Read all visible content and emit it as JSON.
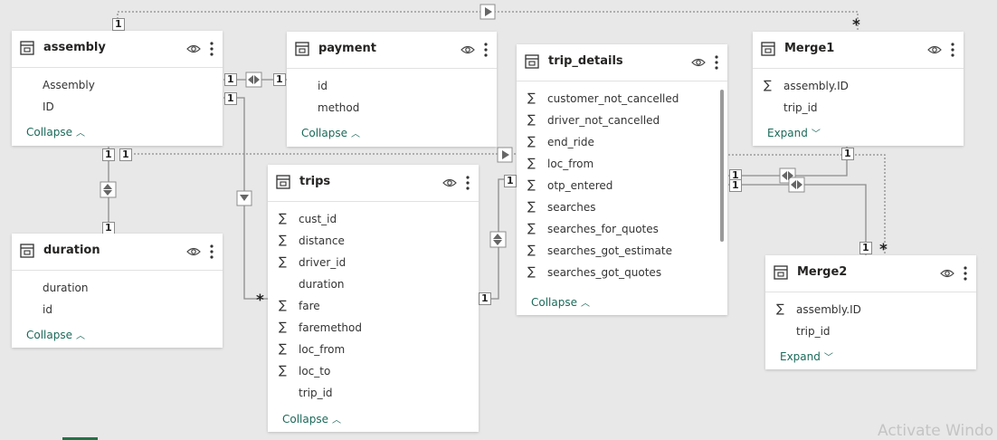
{
  "tables": {
    "assembly": {
      "title": "assembly",
      "fields": [
        "Assembly",
        "ID"
      ],
      "toggle": "Collapse",
      "toggle_icon": "chevron-up"
    },
    "payment": {
      "title": "payment",
      "fields": [
        "id",
        "method"
      ],
      "toggle": "Collapse",
      "toggle_icon": "chevron-up"
    },
    "trip_details": {
      "title": "trip_details",
      "fields": [
        "customer_not_cancelled",
        "driver_not_cancelled",
        "end_ride",
        "loc_from",
        "otp_entered",
        "searches",
        "searches_for_quotes",
        "searches_got_estimate",
        "searches_got_quotes"
      ],
      "sigma": [
        true,
        true,
        true,
        true,
        true,
        true,
        true,
        true,
        true
      ],
      "toggle": "Collapse",
      "toggle_icon": "chevron-up"
    },
    "merge1": {
      "title": "Merge1",
      "fields": [
        "assembly.ID",
        "trip_id"
      ],
      "sigma": [
        true,
        false
      ],
      "toggle": "Expand",
      "toggle_icon": "chevron-down"
    },
    "duration": {
      "title": "duration",
      "fields": [
        "duration",
        "id"
      ],
      "toggle": "Collapse",
      "toggle_icon": "chevron-up"
    },
    "trips": {
      "title": "trips",
      "fields": [
        "cust_id",
        "distance",
        "driver_id",
        "duration",
        "fare",
        "faremethod",
        "loc_from",
        "loc_to",
        "trip_id"
      ],
      "sigma": [
        true,
        true,
        true,
        false,
        true,
        true,
        true,
        true,
        false
      ],
      "toggle": "Collapse",
      "toggle_icon": "chevron-up"
    },
    "merge2": {
      "title": "Merge2",
      "fields": [
        "assembly.ID",
        "trip_id"
      ],
      "sigma": [
        true,
        false
      ],
      "toggle": "Expand",
      "toggle_icon": "chevron-down"
    }
  },
  "cardinality": {
    "one": "1",
    "many": "*"
  },
  "watermark": "Activate Windo",
  "colors": {
    "accent": "#1b6a5a",
    "canvas": "#e8e8e8",
    "line": "#8c8c8c"
  }
}
